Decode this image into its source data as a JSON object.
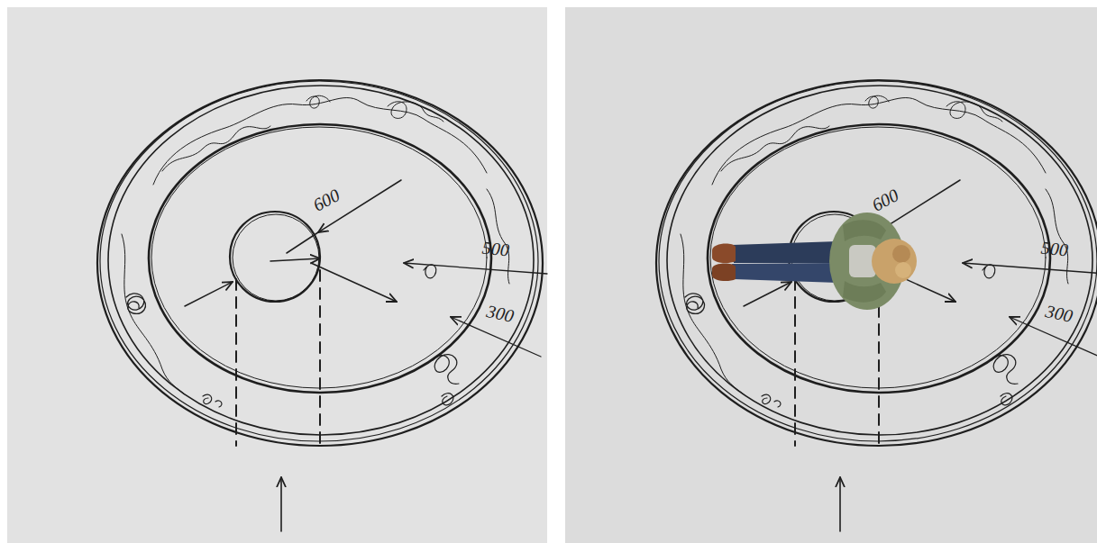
{
  "diagram": {
    "labels": [
      "600",
      "500",
      "300",
      "600",
      "500",
      "300"
    ]
  }
}
